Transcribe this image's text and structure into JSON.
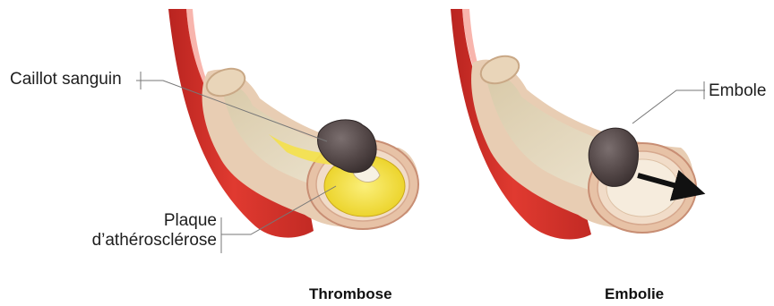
{
  "labels": {
    "clot": "Caillot sanguin",
    "plaque_line1": "Plaque",
    "plaque_line2": "d’athérosclérose",
    "embole": "Embole"
  },
  "captions": {
    "left": "Thrombose",
    "right": "Embolie"
  },
  "colors": {
    "vessel_red": "#d8302a",
    "vessel_dark": "#9e1a16",
    "inner_wall": "#ecd9c2",
    "lumen": "#e2d7bd",
    "plaque_yellow": "#f2dd3c",
    "clot": "#5c5050",
    "arrow": "#111111"
  }
}
